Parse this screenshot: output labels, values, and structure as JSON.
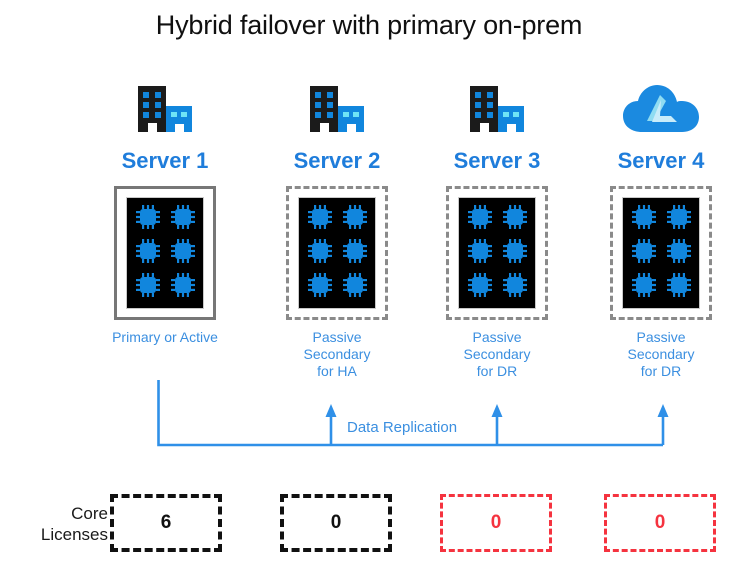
{
  "title": "Hybrid failover with primary on-prem",
  "colors": {
    "heading_blue": "#1f7ddb",
    "caption_blue": "#3b8fe0",
    "chip_blue": "#1186dd",
    "azure_blue": "#1b8ae0",
    "danger_red": "#f5333f",
    "solid_border_gray": "#777777",
    "dashed_border_gray": "#8a8a8a",
    "black": "#111111"
  },
  "columns": [
    {
      "id": "server-1",
      "icon": "on-prem-building-icon",
      "title": "Server 1",
      "border_style": "solid",
      "core_count": 6,
      "role_lines": [
        "Primary or Active"
      ],
      "license": {
        "value": "6",
        "style": "black"
      }
    },
    {
      "id": "server-2",
      "icon": "on-prem-building-icon",
      "title": "Server 2",
      "border_style": "dashed",
      "core_count": 6,
      "role_lines": [
        "Passive",
        "Secondary",
        "for HA"
      ],
      "license": {
        "value": "0",
        "style": "black"
      }
    },
    {
      "id": "server-3",
      "icon": "on-prem-building-icon",
      "title": "Server 3",
      "border_style": "dashed",
      "core_count": 6,
      "role_lines": [
        "Passive",
        "Secondary",
        "for DR"
      ],
      "license": {
        "value": "0",
        "style": "red"
      }
    },
    {
      "id": "server-4",
      "icon": "azure-cloud-icon",
      "title": "Server 4",
      "border_style": "dashed",
      "core_count": 6,
      "role_lines": [
        "Passive",
        "Secondary",
        "for DR"
      ],
      "license": {
        "value": "0",
        "style": "red"
      }
    }
  ],
  "replication": {
    "label": "Data Replication",
    "source": "Server 1",
    "targets": [
      "Server 2",
      "Server 3",
      "Server 4"
    ]
  },
  "core_licenses": {
    "label_line_1": "Core",
    "label_line_2": "Licenses"
  }
}
